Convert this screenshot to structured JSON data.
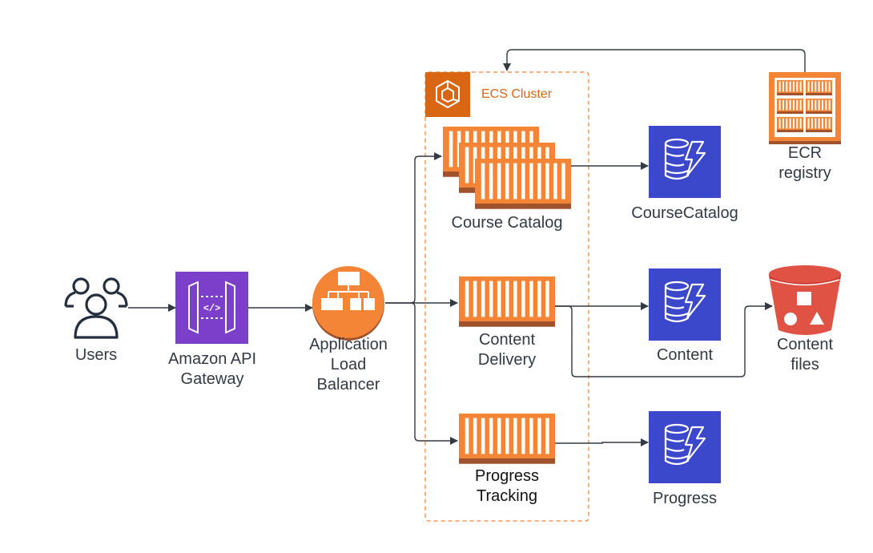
{
  "diagram": {
    "ecs_cluster": {
      "title": "ECS Cluster",
      "icon": "ecs-cluster-icon"
    },
    "nodes": {
      "users": {
        "label": "Users",
        "icon": "users-icon"
      },
      "api_gateway": {
        "label": "Amazon API\nGateway",
        "icon": "api-gateway-icon",
        "color": "#7b3fc9"
      },
      "load_balancer": {
        "label": "Application\nLoad\nBalancer",
        "icon": "load-balancer-icon",
        "color": "#f58536"
      },
      "course_catalog_service": {
        "label": "Course Catalog",
        "icon": "container-stack-icon",
        "color": "#f58536"
      },
      "content_delivery_service": {
        "label": "Content\nDelivery",
        "icon": "container-icon",
        "color": "#f58536"
      },
      "progress_tracking_service": {
        "label": "Progress\nTracking",
        "icon": "container-icon",
        "color": "#f58536"
      },
      "course_catalog_table": {
        "label": "CourseCatalog",
        "icon": "dynamodb-icon",
        "color": "#3b48cc"
      },
      "content_table": {
        "label": "Content",
        "icon": "dynamodb-icon",
        "color": "#3b48cc"
      },
      "progress_table": {
        "label": "Progress",
        "icon": "dynamodb-icon",
        "color": "#3b48cc"
      },
      "ecr_registry": {
        "label": "ECR\nregistry",
        "icon": "ecr-registry-icon",
        "color": "#f58536"
      },
      "content_files": {
        "label": "Content\nfiles",
        "icon": "s3-bucket-icon",
        "color": "#e05243"
      }
    },
    "edges": [
      {
        "from": "users",
        "to": "api_gateway"
      },
      {
        "from": "api_gateway",
        "to": "load_balancer"
      },
      {
        "from": "load_balancer",
        "to": "course_catalog_service"
      },
      {
        "from": "load_balancer",
        "to": "content_delivery_service"
      },
      {
        "from": "load_balancer",
        "to": "progress_tracking_service"
      },
      {
        "from": "course_catalog_service",
        "to": "course_catalog_table"
      },
      {
        "from": "content_delivery_service",
        "to": "content_table"
      },
      {
        "from": "content_delivery_service",
        "to": "content_files"
      },
      {
        "from": "progress_tracking_service",
        "to": "progress_table"
      },
      {
        "from": "ecr_registry",
        "to": "ecs_cluster"
      }
    ]
  }
}
